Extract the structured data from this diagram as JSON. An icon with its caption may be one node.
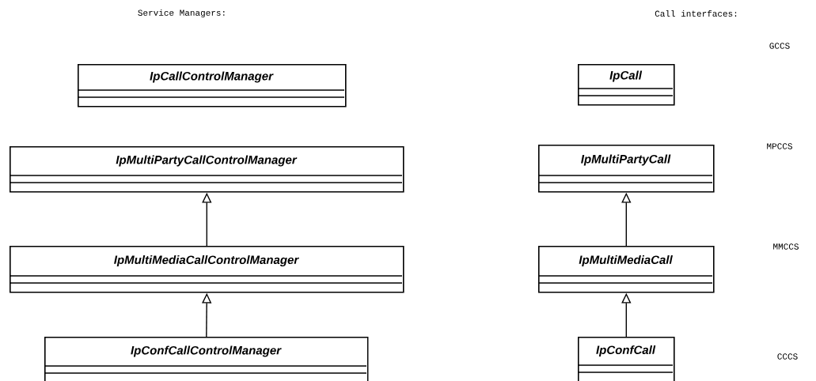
{
  "diagram": {
    "nodes": [
      {
        "text": [
          "IpCallControlManager"
        ]
      },
      {
        "text": [
          "IpMultiPartyCallControlManager"
        ]
      },
      {
        "text": [
          "IpMultiMediaCallControlManager"
        ]
      },
      {
        "text": [
          "IpConfCallControlManager"
        ]
      },
      {
        "text": [
          "IpCall"
        ]
      },
      {
        "text": [
          "IpMultiPartyCall"
        ]
      },
      {
        "text": [
          "IpMultiMediaCall"
        ]
      },
      {
        "text": [
          "IpConfCall"
        ]
      }
    ],
    "edges": [
      {
        "from": 2,
        "to": 1,
        "arrow": "to"
      },
      {
        "from": 3,
        "to": 2,
        "arrow": "to"
      },
      {
        "from": 6,
        "to": 5,
        "arrow": "to"
      },
      {
        "from": 7,
        "to": 6,
        "arrow": "to"
      }
    ],
    "labels": [
      "Service Managers:",
      "Call interfaces:",
      "GCCS",
      "MPCCS",
      "MMCCS",
      "CCCS"
    ]
  }
}
